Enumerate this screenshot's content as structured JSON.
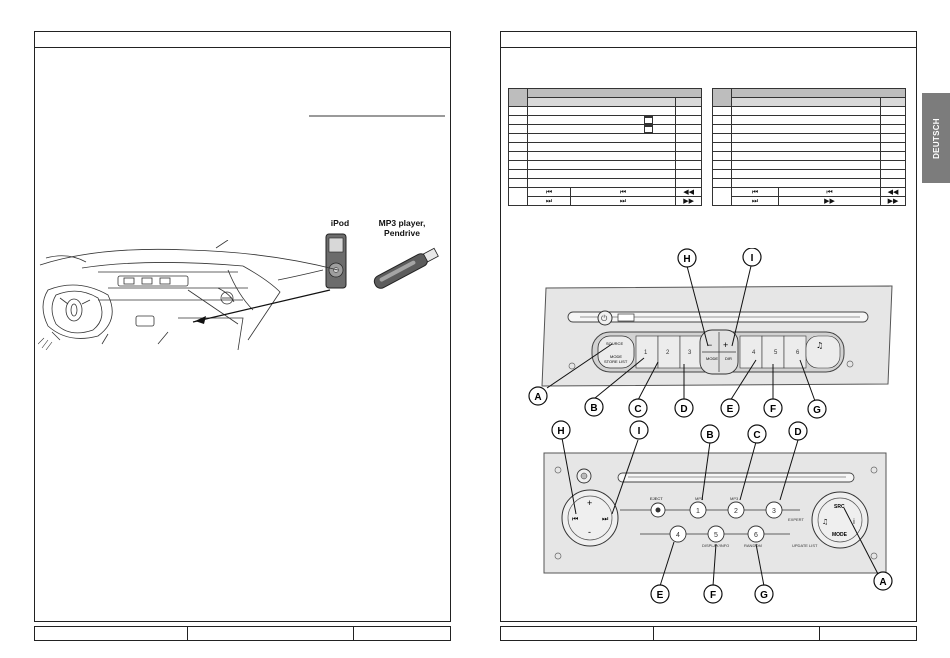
{
  "tab": {
    "language": "DEUTSCH"
  },
  "devices": {
    "ipod_label": "iPod",
    "mp3_label_line1": "MP3 player,",
    "mp3_label_line2": "Pendrive"
  },
  "table_symbols": {
    "skip_back": "⏮",
    "prev": "⏮",
    "rewind": "◀◀",
    "skip_fwd": "⏭",
    "next": "⏭",
    "ffwd": "▶▶"
  },
  "radio1": {
    "callouts": [
      "A",
      "B",
      "C",
      "D",
      "E",
      "F",
      "G",
      "H",
      "I"
    ],
    "source_label": "SOURCE",
    "mode_label": "MODE",
    "storelist_label": "STORE LIST",
    "presets": [
      "1",
      "2",
      "3",
      "4",
      "5",
      "6"
    ],
    "minus": "−",
    "plus": "+",
    "mode_small": "MODE",
    "dir_small": "DIR"
  },
  "radio2": {
    "callouts": [
      "A",
      "B",
      "C",
      "D",
      "E",
      "F",
      "G",
      "H",
      "I"
    ],
    "eject_label": "EJECT",
    "mp3_label_a": "MP3",
    "mp3_label_b": "MP3",
    "expert_label": "EXPERT",
    "display_label": "DISPLAY/INFO",
    "random_label": "RANDOM",
    "update_label": "UPDATE LIST",
    "src_label": "SRC",
    "mode_label": "MODE",
    "presets": [
      "1",
      "2",
      "3",
      "4",
      "5",
      "6"
    ],
    "plus": "+",
    "minus": "-"
  }
}
